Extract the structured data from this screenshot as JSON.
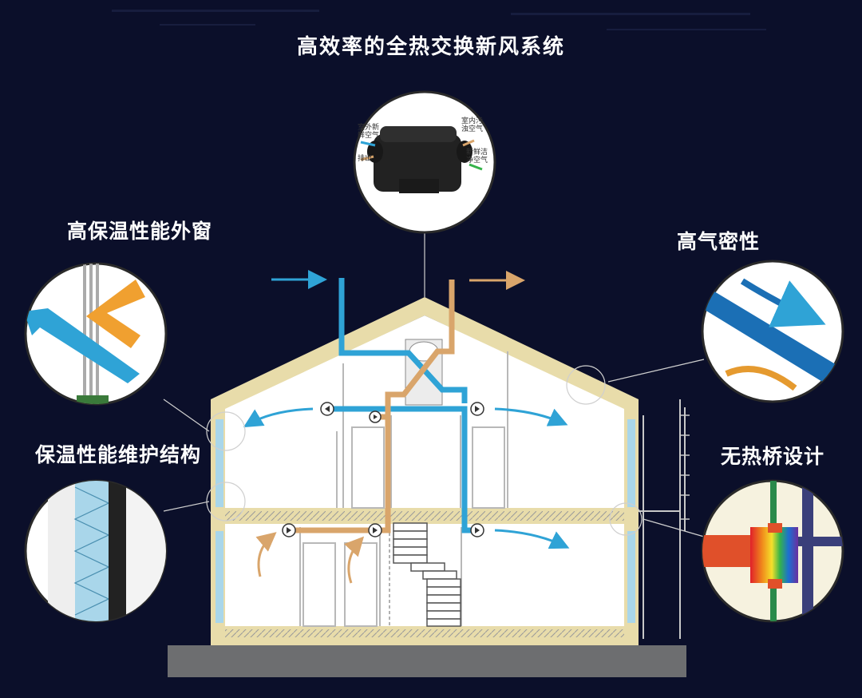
{
  "title": "高效率的全热交换新风系统",
  "labels": {
    "window": "高保温性能外窗",
    "envelope": "保温性能维护结构",
    "airtight": "高气密性",
    "no_bridge": "无热桥设计"
  },
  "unit_labels": {
    "fresh_in": "室外新\n鲜空气",
    "exhaust": "排出",
    "stale_in": "室内污\n浊空气",
    "fresh_out": "新鲜洁\n净空气"
  },
  "colors": {
    "background": "#0b0f2a",
    "fresh_air": "#2fa3d6",
    "exhaust_air": "#d9a56b",
    "insulation": "#e8dcaa",
    "ground": "#6d6e70"
  }
}
